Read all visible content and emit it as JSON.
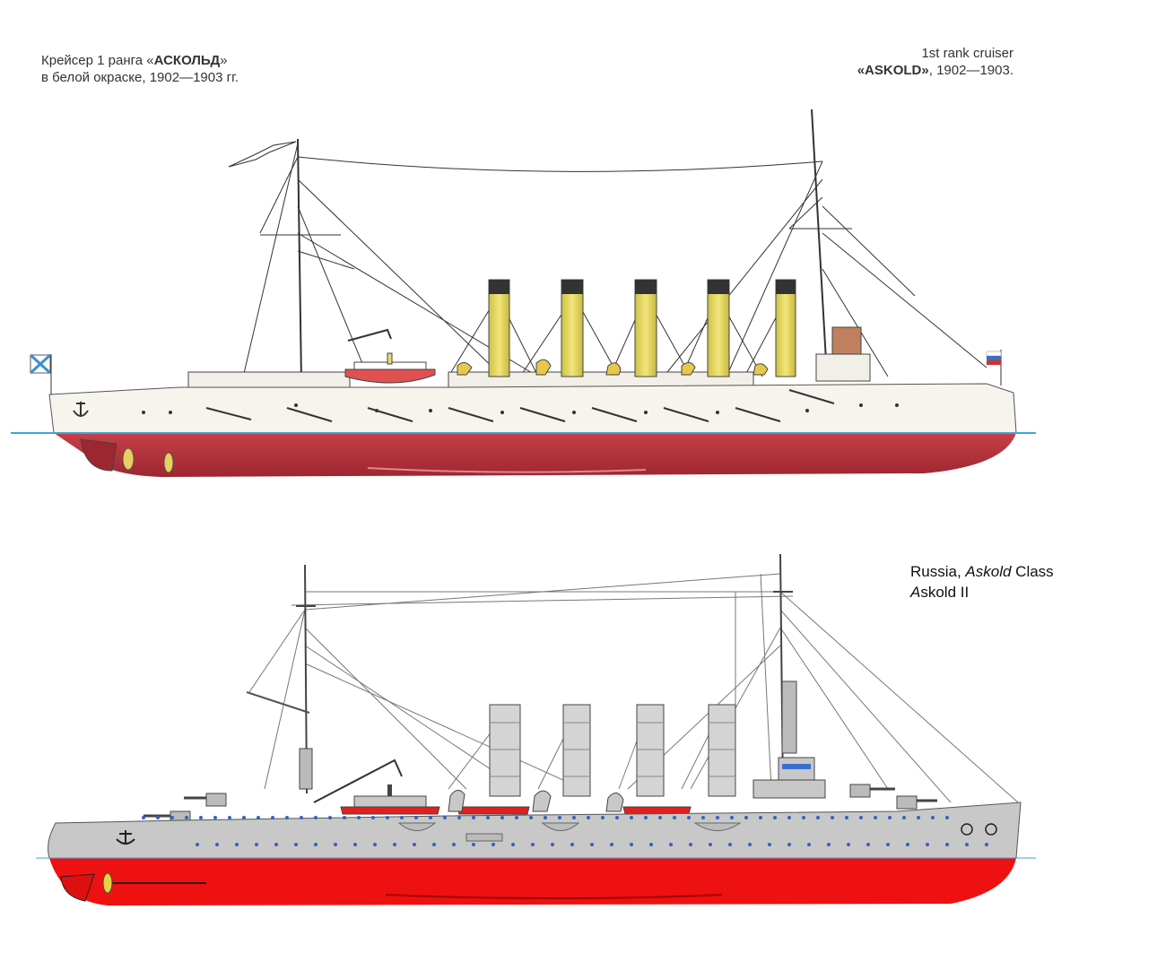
{
  "caption_ru": {
    "line1_prefix": "Крейсер 1 ранга «",
    "line1_name": "АСКОЛЬД",
    "line1_suffix": "»",
    "line2": "в белой окраске, 1902—1903 гг."
  },
  "caption_en": {
    "line1": "1st rank cruiser",
    "line2_name": "«ASKOLD»",
    "line2_suffix": ", 1902—1903."
  },
  "caption_model": {
    "line1_prefix": "Russia, ",
    "line1_italic": "Askold",
    "line1_suffix": " Class",
    "line2_italic": "A",
    "line2_rest": "skold II"
  },
  "colors": {
    "top_hull_upper": "#f7f4ee",
    "top_hull_lower": "#b8323a",
    "top_funnel": "#e8dc6a",
    "waterline": "#3aa7d6",
    "bottom_hull_upper": "#c8c8c8",
    "bottom_hull_lower": "#ee1111",
    "bottom_funnel": "#d4d4d4",
    "boat_stripe": "#e02020"
  },
  "icons": {
    "top_bow_flag": "russian-tricolor-flag-icon",
    "top_stern_flag": "st-andrew-naval-ensign-icon",
    "anchor": "anchor-icon",
    "propeller": "propeller-icon"
  }
}
